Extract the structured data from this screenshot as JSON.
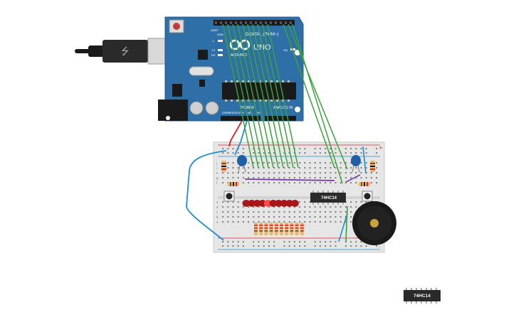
{
  "arduino": {
    "label_uno": "UNO",
    "label_arduino": "ARDUINO",
    "label_digital": "DIGITAL (PWM~)",
    "label_power": "POWER",
    "label_analog": "ANALOG IN",
    "label_on": "ON",
    "label_l": "L",
    "label_tx": "TX",
    "label_rx": "RX",
    "label_aref": "AREF",
    "label_gnd": "GND",
    "label_ioref": "IOREF",
    "label_reset": "RESET",
    "label_3v3": "3.3V",
    "label_5v": "5V",
    "label_vin": "VIN",
    "board_color": "#2f6fa8"
  },
  "breadboard": {
    "row_letters": [
      "j",
      "i",
      "h",
      "g",
      "f",
      "e",
      "d",
      "c",
      "b",
      "a"
    ],
    "rail_plus": "+",
    "rail_minus": "-"
  },
  "chips": {
    "on_board": "74HC14",
    "spare": "74HC14"
  },
  "leds": {
    "count": 10,
    "color": "#c81e1e"
  },
  "colors": {
    "wire_green": "#3aa33a",
    "wire_red": "#d02828",
    "wire_blue": "#1f8fd0",
    "wire_purple": "#7a3aa8",
    "cable": "#1a1a1a"
  }
}
